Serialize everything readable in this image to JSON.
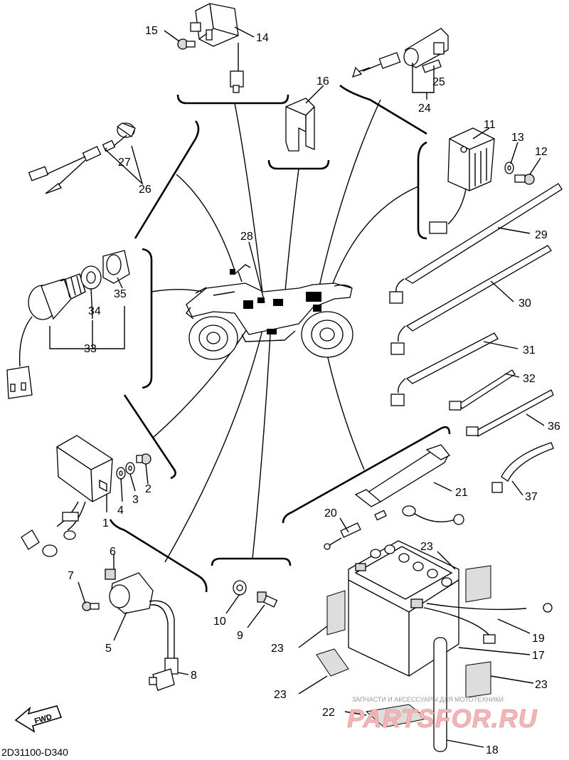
{
  "diagram_code": "2D31100-D340",
  "fwd_label": "FWD",
  "watermark": {
    "tagline": "ЗАПЧАСТИ И АКСЕССУАРЫ ДЛЯ МОТОТЕХНИКИ",
    "brand": "PARTSFOR.RU"
  },
  "callouts": {
    "c1": "1",
    "c2": "2",
    "c3": "3",
    "c4": "4",
    "c5": "5",
    "c6": "6",
    "c7": "7",
    "c8": "8",
    "c9": "9",
    "c10": "10",
    "c11": "11",
    "c12": "12",
    "c13": "13",
    "c14": "14",
    "c15": "15",
    "c16": "16",
    "c17": "17",
    "c18": "18",
    "c19": "19",
    "c20": "20",
    "c21": "21",
    "c22": "22",
    "c23a": "23",
    "c23b": "23",
    "c23c": "23",
    "c23d": "23",
    "c24": "24",
    "c25": "25",
    "c26": "26",
    "c27": "27",
    "c28": "28",
    "c29": "29",
    "c30": "30",
    "c31": "31",
    "c32": "32",
    "c33": "33",
    "c34": "34",
    "c35": "35",
    "c36": "36",
    "c37": "37"
  }
}
